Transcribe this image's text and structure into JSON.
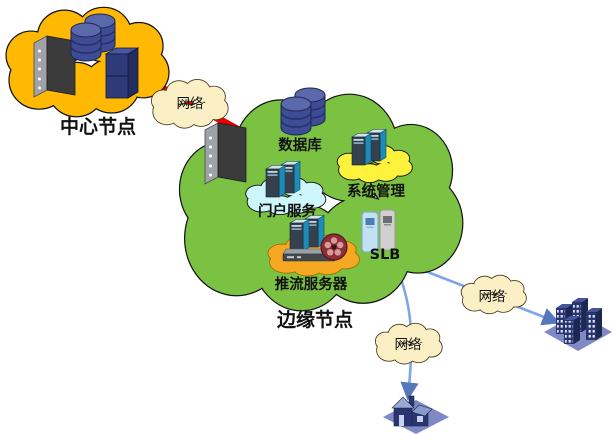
{
  "nodes": {
    "center": {
      "label": "中心节点"
    },
    "edge": {
      "label": "边缘节点"
    },
    "services": {
      "database": "数据库",
      "system_management": "系统管理",
      "portal": "门户服务",
      "streaming": "推流服务器",
      "slb": "SLB"
    },
    "networks": [
      "网络",
      "网络",
      "网络"
    ]
  },
  "icons": {
    "center_node": [
      "rack-cabinet-icon",
      "database-icon",
      "tower-server-icon"
    ],
    "edge_node": [
      "rack-cabinet-icon",
      "database-icon",
      "server-pair-icon",
      "film-reel-icon",
      "media-device-icon",
      "slb-towers-icon"
    ],
    "endpoints": [
      "office-buildings-icon",
      "home-icon"
    ]
  },
  "colors": {
    "center_cloud": "#FFB903",
    "edge_cloud": "#7CC242",
    "network_cloud": "#FBEFC6",
    "mini_yellow": "#FDF23C",
    "mini_cyan": "#CDF6FA",
    "mini_orange": "#F7A823",
    "backbone_link": "#E80000",
    "access_link": "#7DA5E8",
    "arrow": "#5577BB"
  }
}
